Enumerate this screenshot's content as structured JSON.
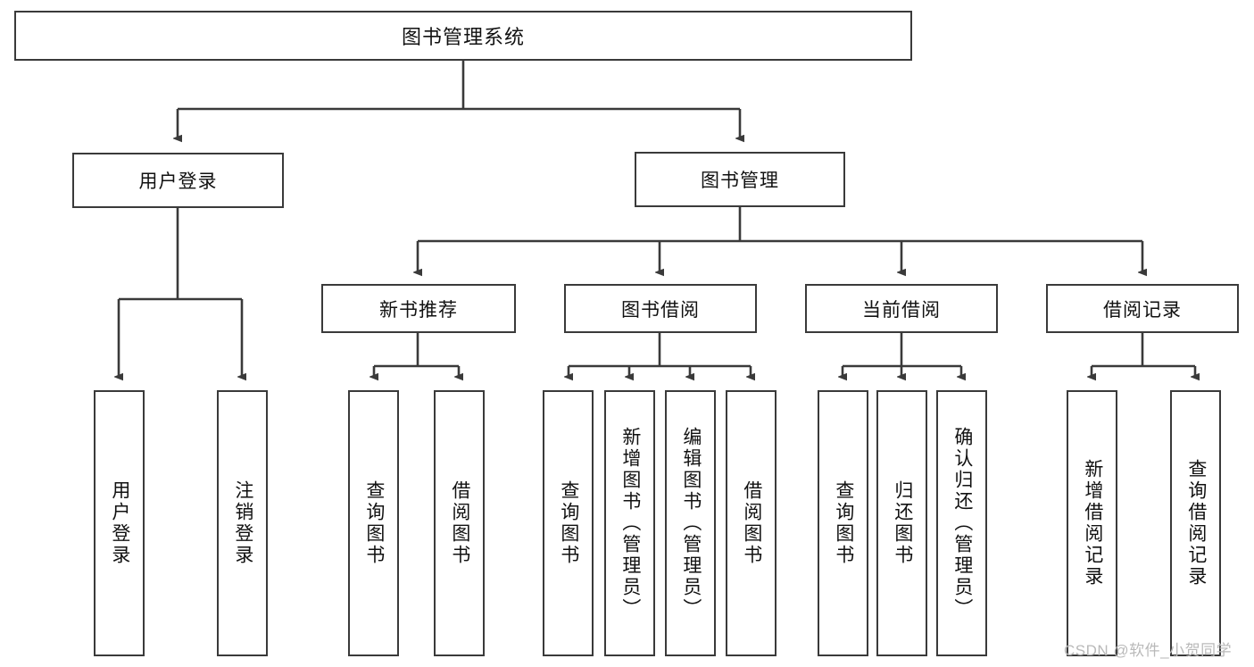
{
  "diagram": {
    "title": "图书管理系统",
    "type": "hierarchy-tree",
    "root": {
      "label": "图书管理系统"
    },
    "level1": [
      {
        "label": "用户登录"
      },
      {
        "label": "图书管理"
      }
    ],
    "level2": [
      {
        "label": "新书推荐"
      },
      {
        "label": "图书借阅"
      },
      {
        "label": "当前借阅"
      },
      {
        "label": "借阅记录"
      }
    ],
    "leaves": {
      "user_login": [
        {
          "label": "用户登录"
        },
        {
          "label": "注销登录"
        }
      ],
      "new_book_recommend": [
        {
          "label": "查询图书"
        },
        {
          "label": "借阅图书"
        }
      ],
      "book_borrow": [
        {
          "label": "查询图书"
        },
        {
          "label": "新增图书（管理员）"
        },
        {
          "label": "编辑图书（管理员）"
        },
        {
          "label": "借阅图书"
        }
      ],
      "current_borrow": [
        {
          "label": "查询图书"
        },
        {
          "label": "归还图书"
        },
        {
          "label": "确认归还（管理员）"
        }
      ],
      "borrow_record": [
        {
          "label": "新增借阅记录"
        },
        {
          "label": "查询借阅记录"
        }
      ]
    },
    "watermark": "CSDN @软件_小贺同学",
    "colors": {
      "stroke": "#3a3a3a",
      "fill": "#ffffff",
      "text": "#111111",
      "watermark": "#b9b9b9"
    }
  }
}
